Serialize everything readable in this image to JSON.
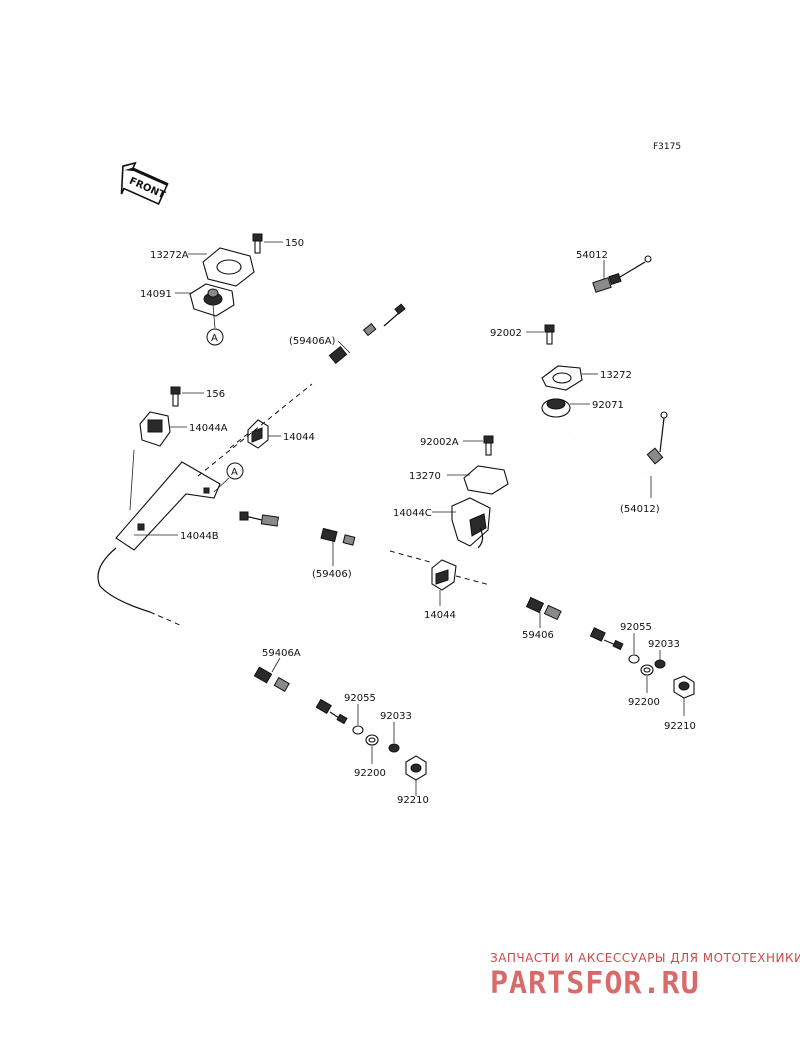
{
  "figure_code": "F3175",
  "front_label": "FRONT",
  "ref_marker": "A",
  "labels": {
    "p150": "150",
    "p13272A": "13272A",
    "p14091": "14091",
    "p59406A_paren": "(59406A)",
    "p156": "156",
    "p14044A": "14044A",
    "p14044_upper": "14044",
    "p14044B": "14044B",
    "p54012_top": "54012",
    "p92002": "92002",
    "p13272": "13272",
    "p92071": "92071",
    "p54012_paren": "(54012)",
    "p92002A": "92002A",
    "p13270": "13270",
    "p14044C": "14044C",
    "p59406_paren": "(59406)",
    "p14044_mid": "14044",
    "p59406": "59406",
    "p92055_r": "92055",
    "p92033_r": "92033",
    "p92200_r": "92200",
    "p92210_r": "92210",
    "p59406A": "59406A",
    "p92055_l": "92055",
    "p92033_l": "92033",
    "p92200_l": "92200",
    "p92210_l": "92210"
  },
  "watermark": {
    "tagline": "ЗАПЧАСТИ И АКСЕССУАРЫ ДЛЯ МОТОТЕХНИКИ",
    "logo": "PARTSFOR.RU"
  }
}
